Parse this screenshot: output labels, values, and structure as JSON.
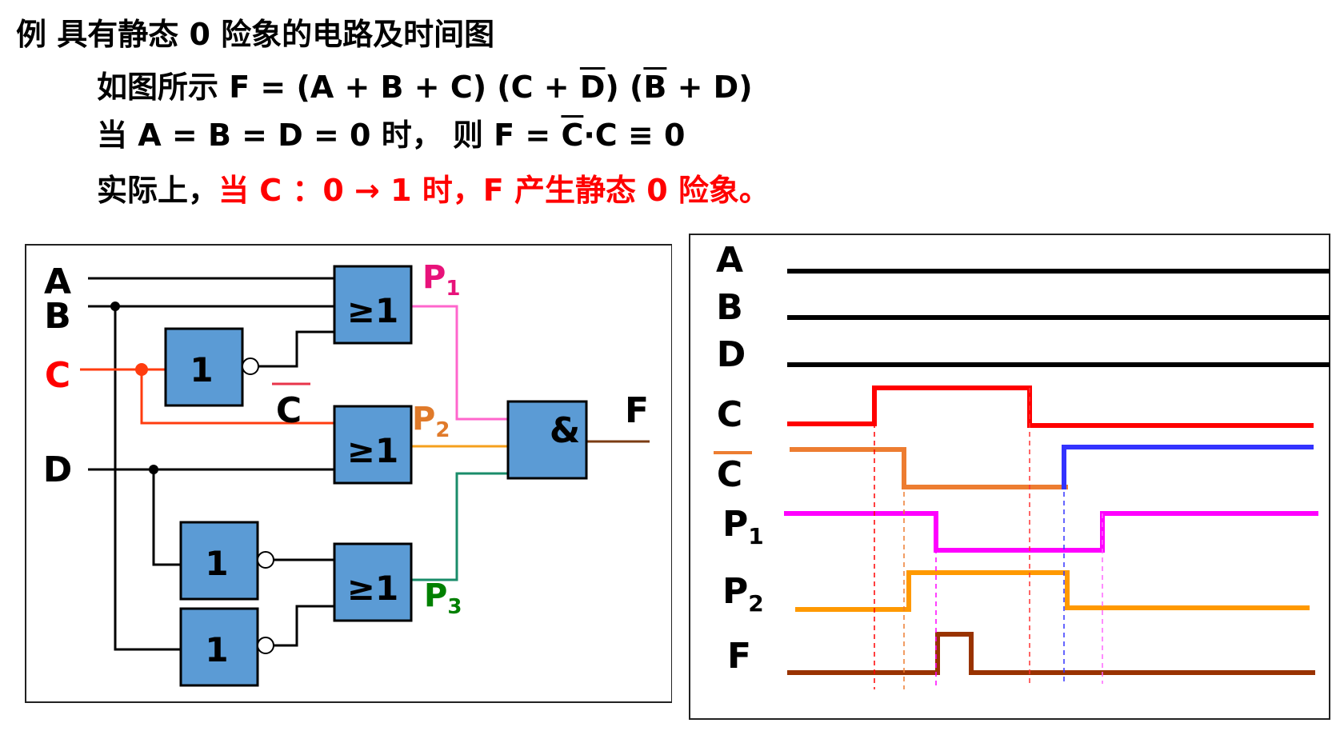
{
  "title": "例  具有静态 0 险象的电路及时间图",
  "line1": {
    "prefix": "如图所示 F = (A + B + C) (C + ",
    "d_bar": "D",
    "mid": ") (",
    "b_bar": "B",
    "suffix": " + D)"
  },
  "line2": {
    "prefix": "当 A = B = D = 0  时，  则  F = ",
    "c_bar": "C",
    "suffix": "·C ≡ 0"
  },
  "line3": {
    "black": "实际上，",
    "red": "当  C ：0 → 1 时，F 产生静态 0 险象。"
  },
  "circuit": {
    "inputs": {
      "a": "A",
      "b": "B",
      "c": "C",
      "d": "D"
    },
    "c_bar_label": "C",
    "or_gates": [
      "≥1",
      "≥1",
      "≥1"
    ],
    "not_gates": [
      "1",
      "1",
      "1"
    ],
    "and_gate": "&",
    "output": "F",
    "p_labels": [
      "P",
      "P",
      "P"
    ],
    "p_subs": [
      "1",
      "2",
      "3"
    ],
    "colors": {
      "gate": "#5b9bd5",
      "c_wire": "#ff3c0f",
      "p1": "#ff66cc",
      "p2": "#f5a01e",
      "p3": "#1a8c6a",
      "f": "#7b3c13"
    }
  },
  "timing": {
    "labels": {
      "a": "A",
      "b": "B",
      "d": "D",
      "c": "C",
      "cbar": "C",
      "p1": "P",
      "p1_sub": "1",
      "p2": "P",
      "p2_sub": "2",
      "f": "F"
    },
    "colors": {
      "c": "#ff0000",
      "cbar": "#ed7d31",
      "cbar_rise": "#3333ff",
      "p1": "#ff00ff",
      "p2": "#ff9900",
      "f": "#993300"
    }
  }
}
